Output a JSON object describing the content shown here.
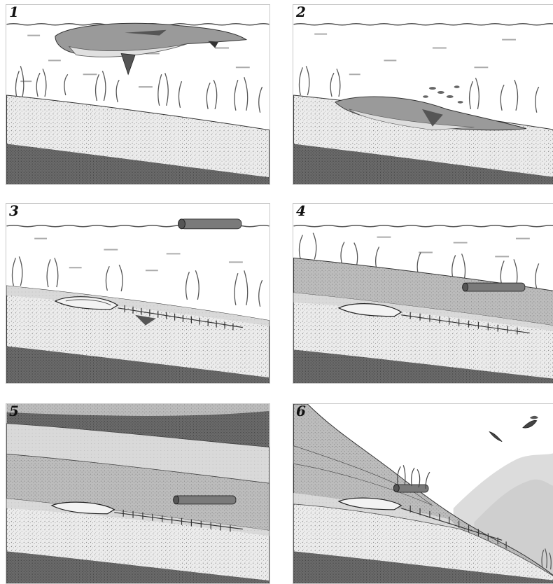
{
  "panels": [
    {
      "number": "1",
      "stage": "living-whale-swimming"
    },
    {
      "number": "2",
      "stage": "whale-carcass-on-seafloor"
    },
    {
      "number": "3",
      "stage": "skeleton-partially-buried-log-floating"
    },
    {
      "number": "4",
      "stage": "skeleton-buried-log-sinks"
    },
    {
      "number": "5",
      "stage": "deep-burial-under-strata"
    },
    {
      "number": "6",
      "stage": "uplift-and-erosion-exposes-fossil"
    }
  ],
  "colors": {
    "water": "#ffffff",
    "waterline": "#555555",
    "sediment_light": "#e6e6e6",
    "sediment_dark": "#6e6e6e",
    "sediment_mid": "#bdbdbd",
    "whale_body": "#8f8f8f",
    "bone": "#eeeeee",
    "log": "#7a7a7a",
    "sky": "#ffffff",
    "hills": "#d2d2d2"
  }
}
